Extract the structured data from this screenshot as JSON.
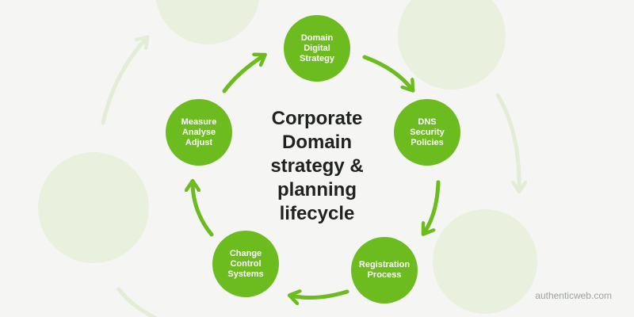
{
  "title": "Corporate\nDomain\nstrategy &\nplanning\nlifecycle",
  "steps": [
    "Domain\nDigital\nStrategy",
    "DNS\nSecurity\nPolicies",
    "Registration\nProcess",
    "Change\nControl\nSystems",
    "Measure\nAnalyse\nAdjust"
  ],
  "brand": "authenticweb.com",
  "colors": {
    "accent": "#6cbb1f",
    "faint_circle": "#e9f0dd",
    "faint_arrow": "#e3ecd4",
    "background": "#f5f6f4"
  }
}
